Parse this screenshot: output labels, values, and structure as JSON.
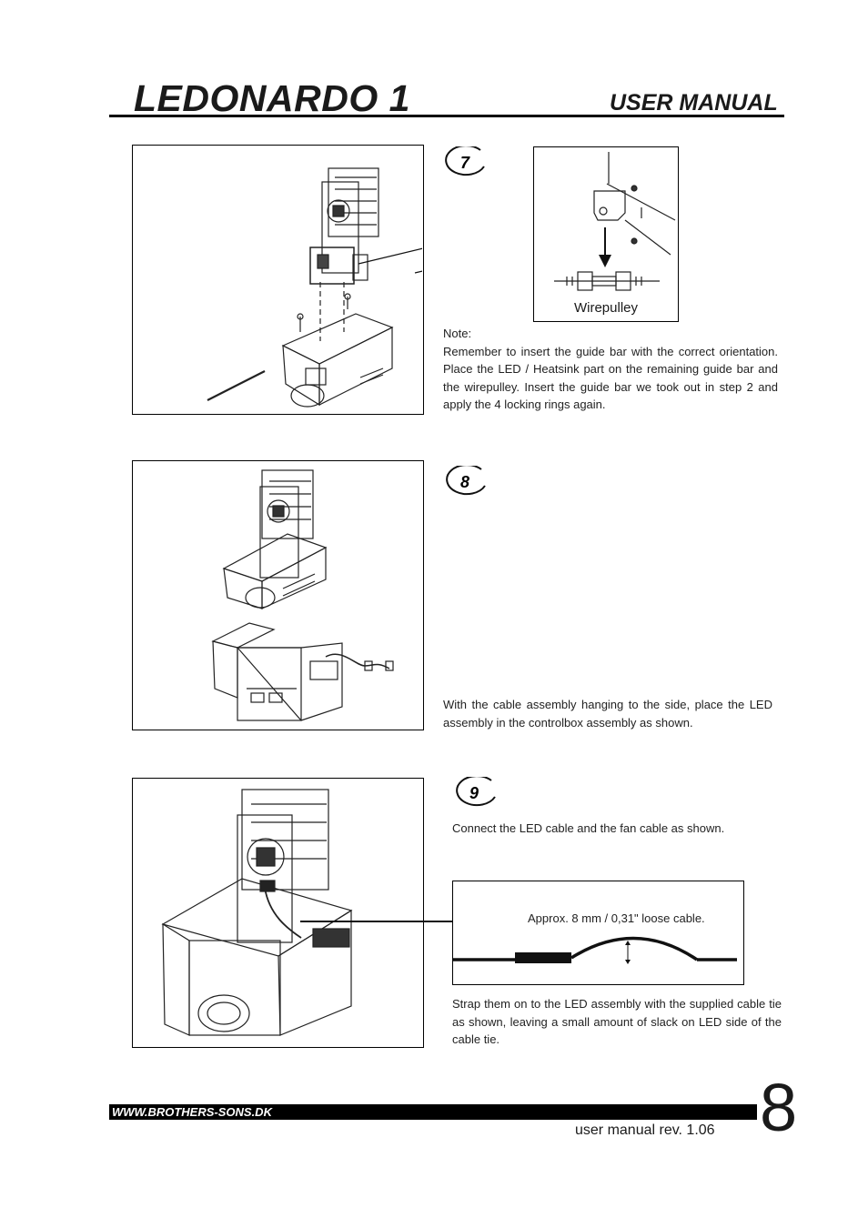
{
  "header": {
    "title": "LEDONARDO 1",
    "subtitle": "USER MANUAL"
  },
  "steps": [
    {
      "number": "7",
      "detail_label": "Wirepulley",
      "note_heading": "Note:",
      "note_text": "Remember to insert the guide bar with the correct orientation. Place the LED / Heatsink part on the remaining guide bar and the wirepulley. Insert the guide bar we took out in step 2 and apply the 4 locking rings again."
    },
    {
      "number": "8",
      "note_text": "With the cable assembly hanging to the side, place the LED assembly in the controlbox assembly as shown."
    },
    {
      "number": "9",
      "intro_text": "Connect the LED cable and the fan cable as shown.",
      "detail_label": "Approx. 8 mm / 0,31\" loose cable.",
      "note_text": "Strap them on to the LED assembly with the supplied cable tie as shown, leaving a small amount of slack on LED side of the cable tie."
    }
  ],
  "footer": {
    "url": "WWW.BROTHERS-SONS.DK",
    "revision": "user manual rev. 1.06",
    "page_number": "8"
  }
}
